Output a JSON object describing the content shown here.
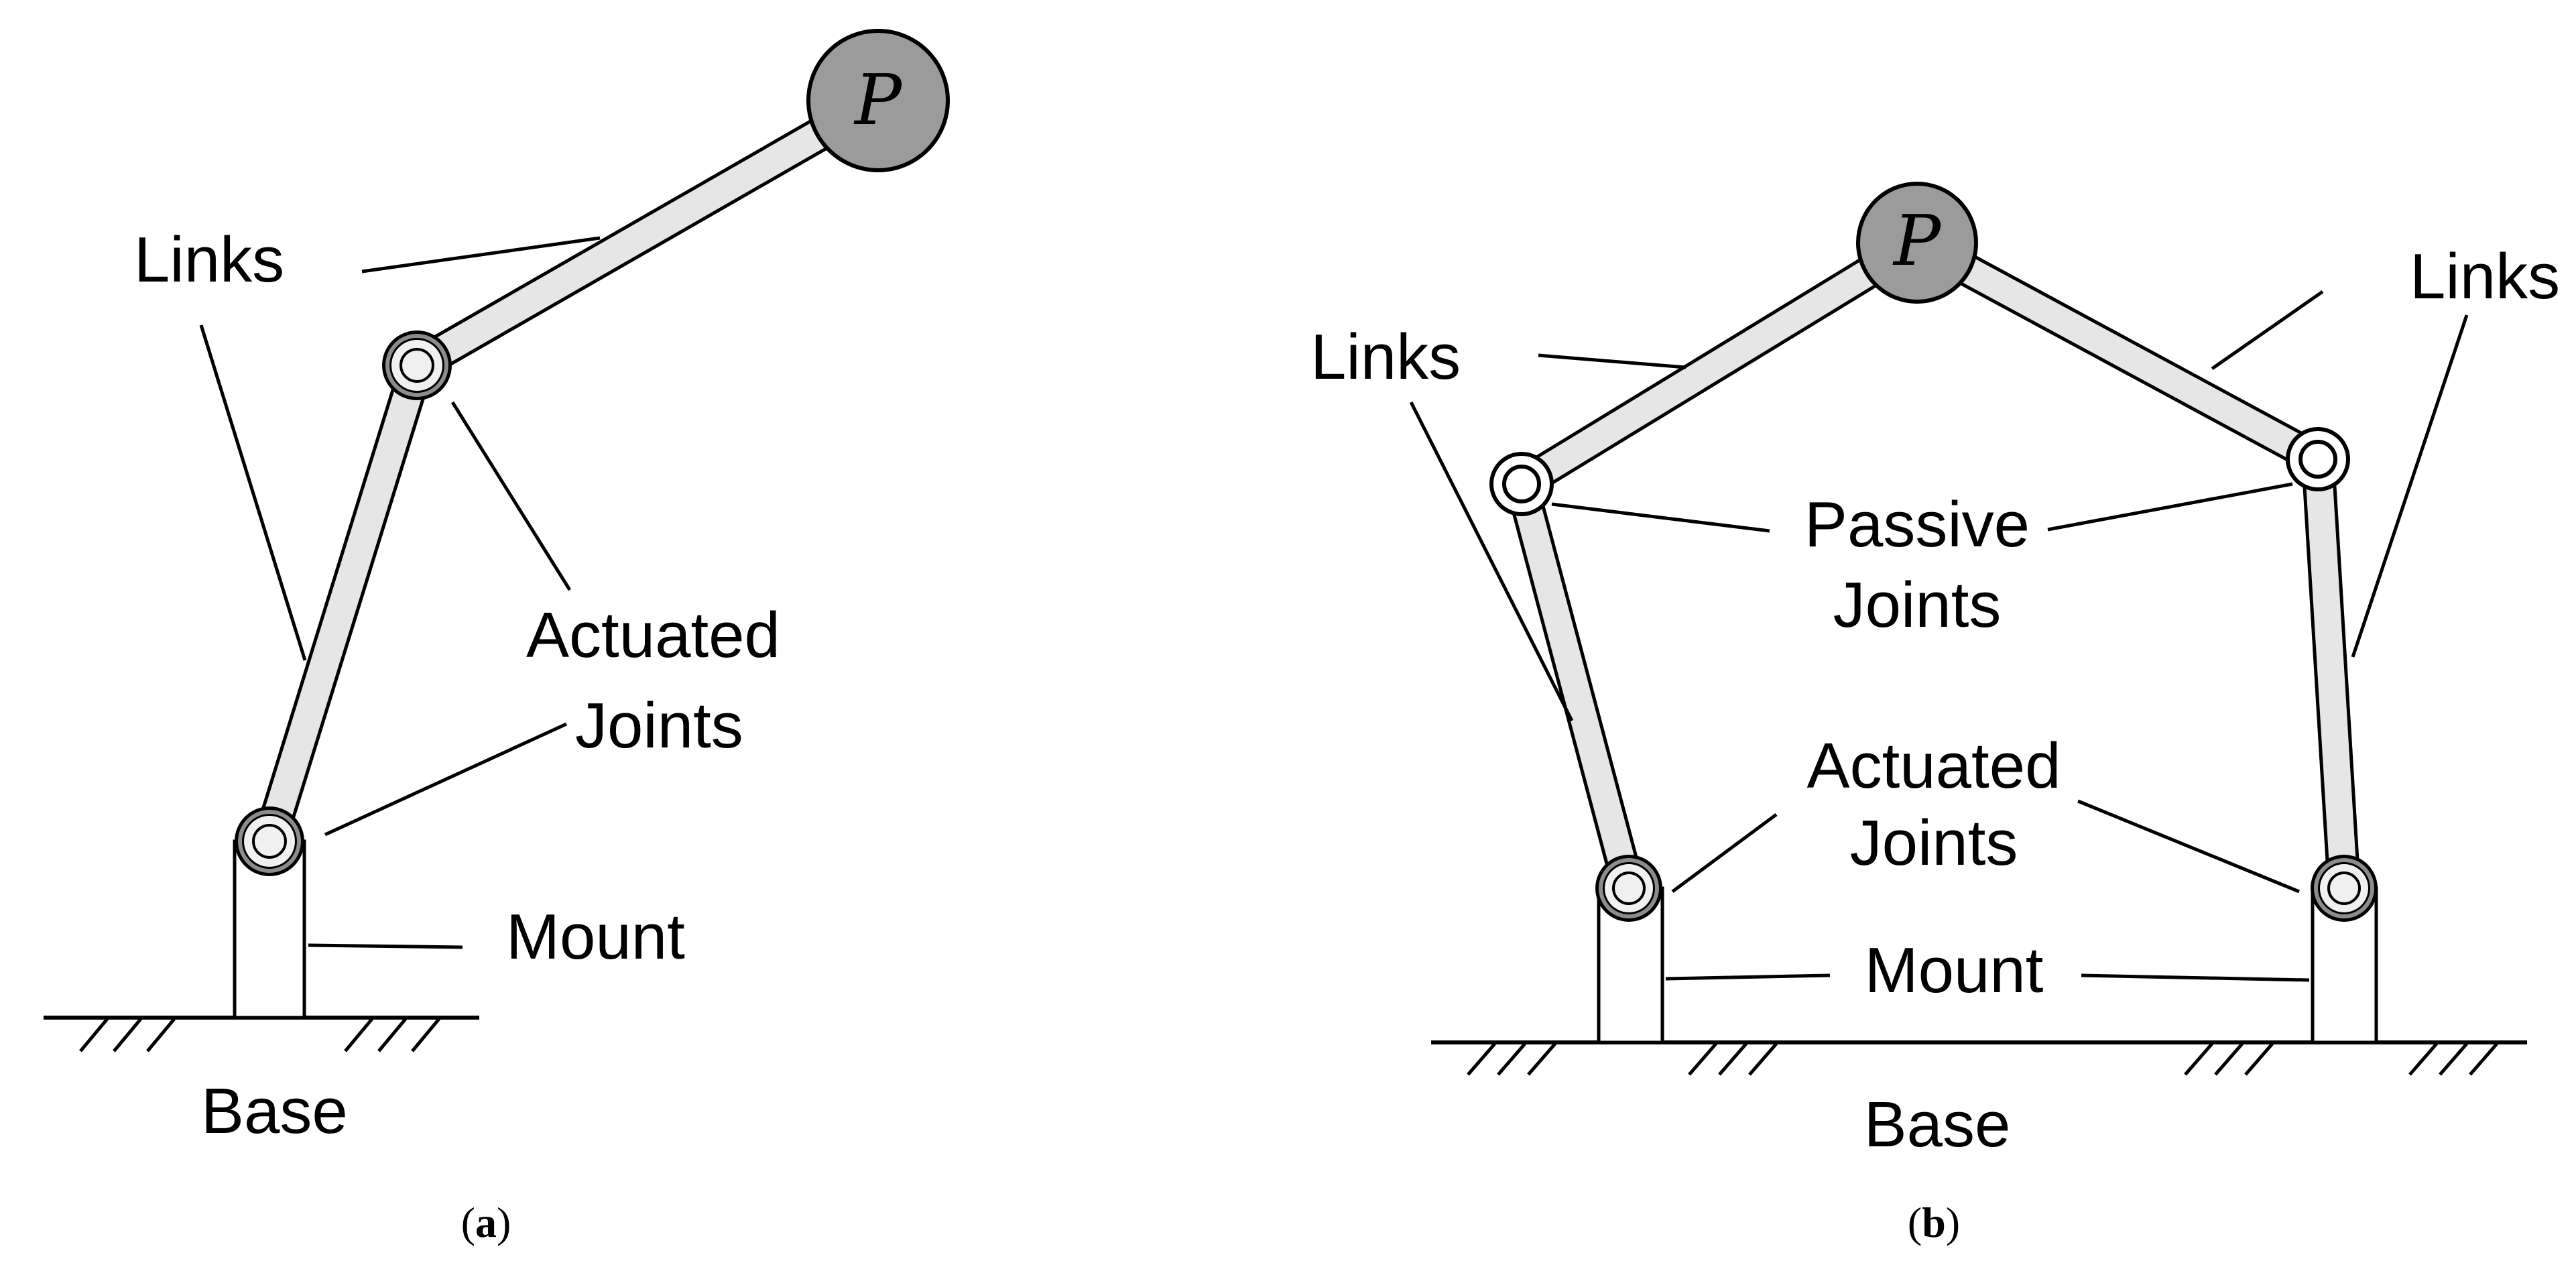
{
  "colors": {
    "link_fill": "#e6e6e6",
    "endpoint_fill": "#9b9b9b",
    "actuated_joint_ring": "#8c8c8c",
    "line": "#000000",
    "background": "#ffffff"
  },
  "panel_a": {
    "labels": {
      "links": "Links",
      "actuated_line1": "Actuated",
      "actuated_line2": "Joints",
      "mount": "Mount",
      "base": "Base",
      "endpoint": "P"
    },
    "caption": {
      "open": "(",
      "letter": "a",
      "close": ")"
    }
  },
  "panel_b": {
    "labels": {
      "links_left": "Links",
      "links_right": "Links",
      "passive_line1": "Passive",
      "passive_line2": "Joints",
      "actuated_line1": "Actuated",
      "actuated_line2": "Joints",
      "mount": "Mount",
      "base": "Base",
      "endpoint": "P"
    },
    "caption": {
      "open": "(",
      "letter": "b",
      "close": ")"
    }
  }
}
